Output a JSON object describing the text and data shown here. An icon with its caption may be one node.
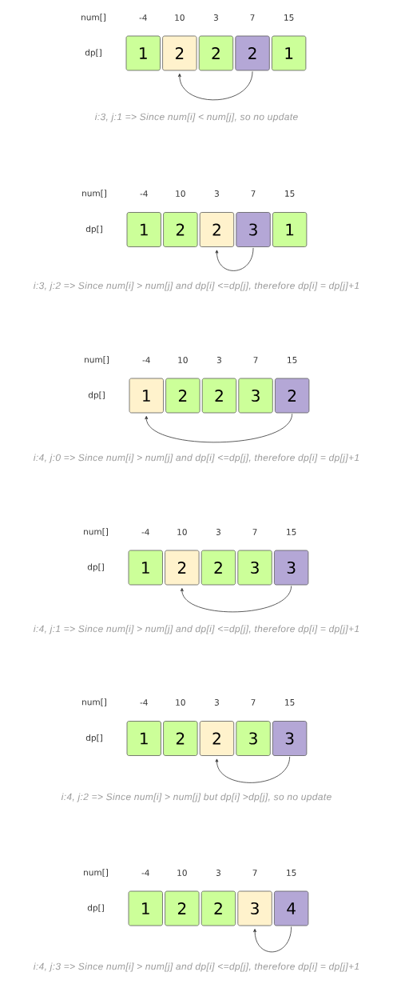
{
  "diagram": {
    "nodes": [
      {
        "text": [
          "1"
        ]
      },
      {
        "text": [
          "2"
        ]
      },
      {
        "text": [
          "2"
        ]
      },
      {
        "text": [
          "2"
        ]
      },
      {
        "text": [
          "1"
        ]
      },
      {
        "text": [
          "1"
        ]
      },
      {
        "text": [
          "2"
        ]
      },
      {
        "text": [
          "2"
        ]
      },
      {
        "text": [
          "3"
        ]
      },
      {
        "text": [
          "1"
        ]
      },
      {
        "text": [
          "1"
        ]
      },
      {
        "text": [
          "2"
        ]
      },
      {
        "text": [
          "2"
        ]
      },
      {
        "text": [
          "3"
        ]
      },
      {
        "text": [
          "2"
        ]
      },
      {
        "text": [
          "1"
        ]
      },
      {
        "text": [
          "2"
        ]
      },
      {
        "text": [
          "2"
        ]
      },
      {
        "text": [
          "3"
        ]
      },
      {
        "text": [
          "3"
        ]
      },
      {
        "text": [
          "1"
        ]
      },
      {
        "text": [
          "2"
        ]
      },
      {
        "text": [
          "2"
        ]
      },
      {
        "text": [
          "3"
        ]
      },
      {
        "text": [
          "3"
        ]
      },
      {
        "text": [
          "1"
        ]
      },
      {
        "text": [
          "2"
        ]
      },
      {
        "text": [
          "2"
        ]
      },
      {
        "text": [
          "3"
        ]
      },
      {
        "text": [
          "4"
        ]
      }
    ],
    "edges": [
      {
        "from": 3,
        "to": 1,
        "arrow": "to"
      },
      {
        "from": 8,
        "to": 7,
        "arrow": "to"
      },
      {
        "from": 14,
        "to": 10,
        "arrow": "to"
      },
      {
        "from": 19,
        "to": 16,
        "arrow": "to"
      },
      {
        "from": 24,
        "to": 22,
        "arrow": "to"
      },
      {
        "from": 29,
        "to": 28,
        "arrow": "to"
      }
    ],
    "labels": [
      "num[]",
      "-4",
      "10",
      "3",
      "7",
      "15",
      "dp[]",
      "i:3, j:1 => Since num[i] < num[j], so no update",
      "num[]",
      "-4",
      "10",
      "3",
      "7",
      "15",
      "dp[]",
      "i:3, j:2 => Since num[i] > num[j] and dp[i] <=dp[j], therefore dp[i] = dp[j]+1",
      "num[]",
      "-4",
      "10",
      "3",
      "7",
      "15",
      "dp[]",
      "i:4, j:0 => Since num[i] > num[j] and dp[i] <=dp[j], therefore dp[i] = dp[j]+1",
      "num[]",
      "-4",
      "10",
      "3",
      "7",
      "15",
      "dp[]",
      "i:4, j:1 => Since num[i] > num[j] and dp[i] <=dp[j], therefore dp[i] = dp[j]+1",
      "num[]",
      "-4",
      "10",
      "3",
      "7",
      "15",
      "dp[]",
      "i:4, j:2 => Since num[i] > num[j] but dp[i] >dp[j], so no update",
      "num[]",
      "-4",
      "10",
      "3",
      "7",
      "15",
      "dp[]",
      "i:4, j:3 => Since num[i] > num[j] and dp[i] <=dp[j], therefore dp[i] = dp[j]+1"
    ]
  }
}
